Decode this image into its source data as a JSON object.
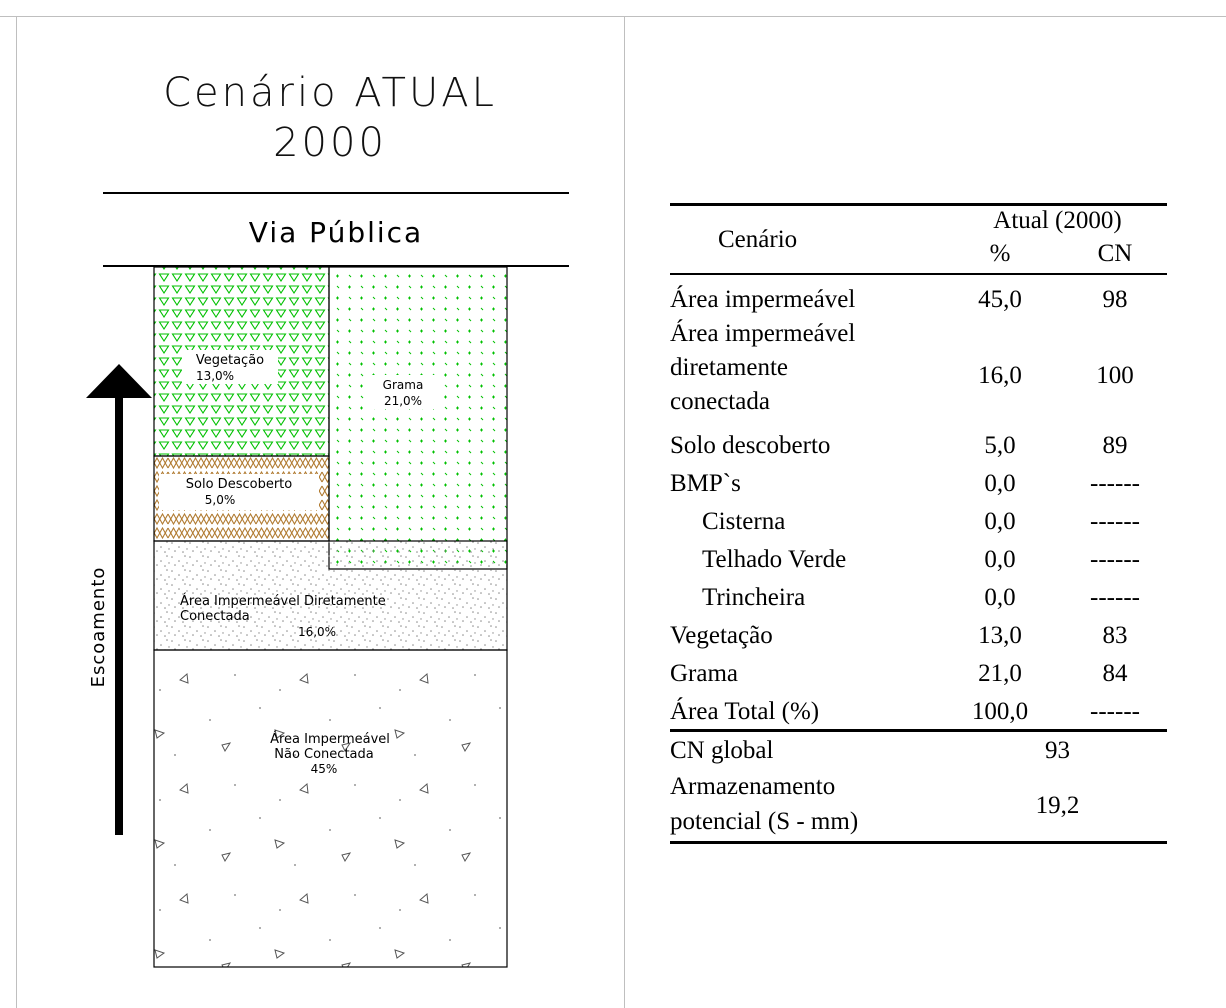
{
  "diagram": {
    "title_line1": "Cenário ATUAL",
    "title_line2": "2000",
    "road_label": "Via Pública",
    "flow_label": "Escoamento",
    "zones": {
      "vegetacao": {
        "name": "Vegetação",
        "pct": "13,0%"
      },
      "grama": {
        "name": "Grama",
        "pct": "21,0%"
      },
      "solo": {
        "name": "Solo Descoberto",
        "pct": "5,0%"
      },
      "aidc": {
        "name_line1": "Área Impermeável Diretamente",
        "name_line2": "Conectada",
        "pct": "16,0%"
      },
      "ainc": {
        "name_line1": "Área Impermeável",
        "name_line2": "Não Conectada",
        "pct": "45%"
      }
    },
    "colors": {
      "vegetation": "#00c000",
      "grass": "#00c000",
      "soil": "#b07a30",
      "stipple": "#8a8a8a"
    }
  },
  "table": {
    "header": {
      "scenario": "Cenário",
      "group": "Atual (2000)",
      "pct": "%",
      "cn": "CN"
    },
    "rows": [
      {
        "label": "Área impermeável",
        "pct": "45,0",
        "cn": "98"
      },
      {
        "label_lines": [
          "Área impermeável",
          "diretamente",
          "conectada"
        ],
        "pct": "16,0",
        "cn": "100"
      },
      {
        "label": "Solo descoberto",
        "pct": "5,0",
        "cn": "89"
      },
      {
        "label": "BMP`s",
        "pct": "0,0",
        "cn": "------"
      },
      {
        "label": "Cisterna",
        "pct": "0,0",
        "cn": "------"
      },
      {
        "label": "Telhado Verde",
        "pct": "0,0",
        "cn": "------"
      },
      {
        "label": "Trincheira",
        "pct": "0,0",
        "cn": "------"
      },
      {
        "label": "Vegetação",
        "pct": "13,0",
        "cn": "83"
      },
      {
        "label": "Grama",
        "pct": "21,0",
        "cn": "84"
      },
      {
        "label": "Área Total (%)",
        "pct": "100,0",
        "cn": "------"
      }
    ],
    "summary": {
      "cn_global_label": "CN global",
      "cn_global_value": "93",
      "storage_label_line1": "Armazenamento",
      "storage_label_line2": "potencial (S - mm)",
      "storage_value": "19,2"
    }
  }
}
